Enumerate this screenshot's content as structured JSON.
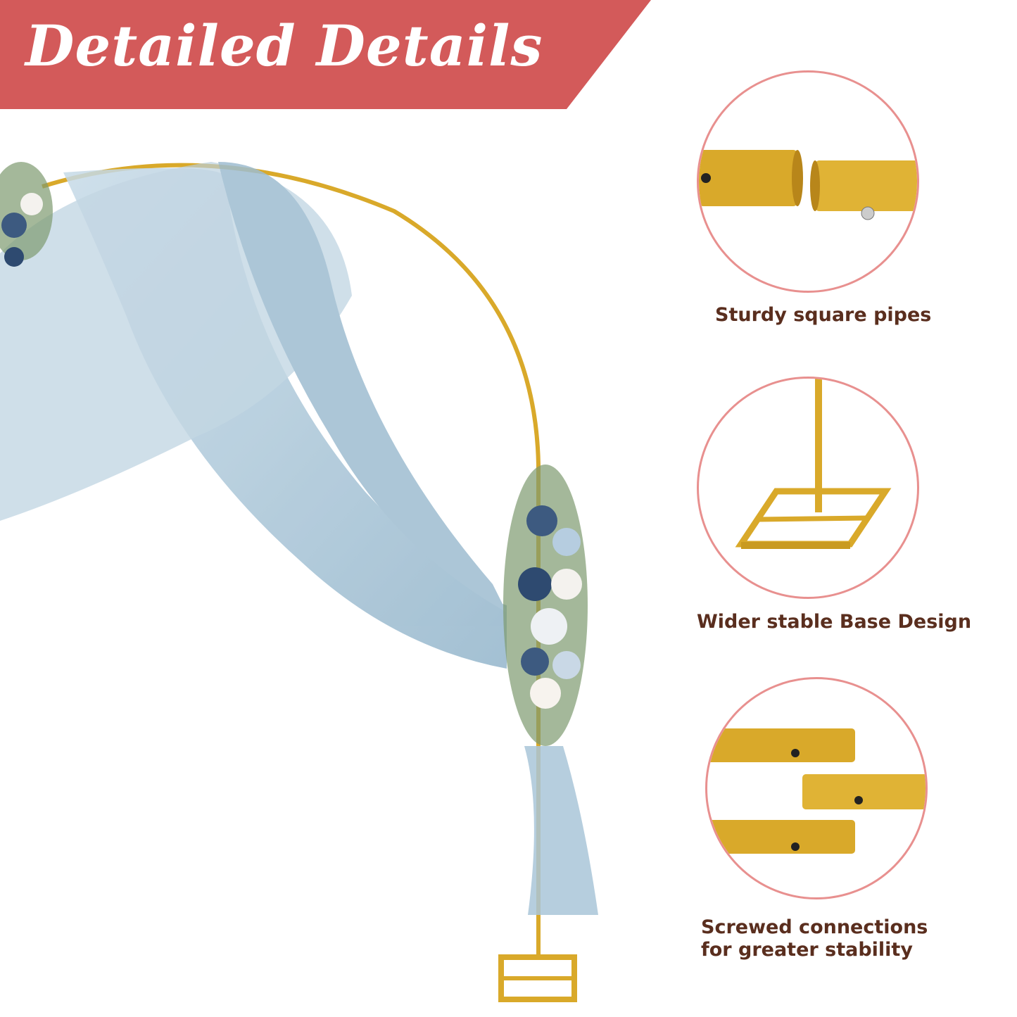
{
  "banner": {
    "title": "Detailed Details",
    "color": "#d35a5a"
  },
  "details": [
    {
      "caption": "Sturdy square pipes",
      "icon": "pipe-joint"
    },
    {
      "caption": "Wider stable Base Design",
      "icon": "stand-base"
    },
    {
      "caption": "Screwed connections for greater stability",
      "icon": "pipes-with-holes"
    }
  ],
  "colors": {
    "gold": "#d9a92a",
    "drape": "#a9c6d8",
    "caption": "#5a2e1e",
    "circle_border": "#e8908f"
  }
}
